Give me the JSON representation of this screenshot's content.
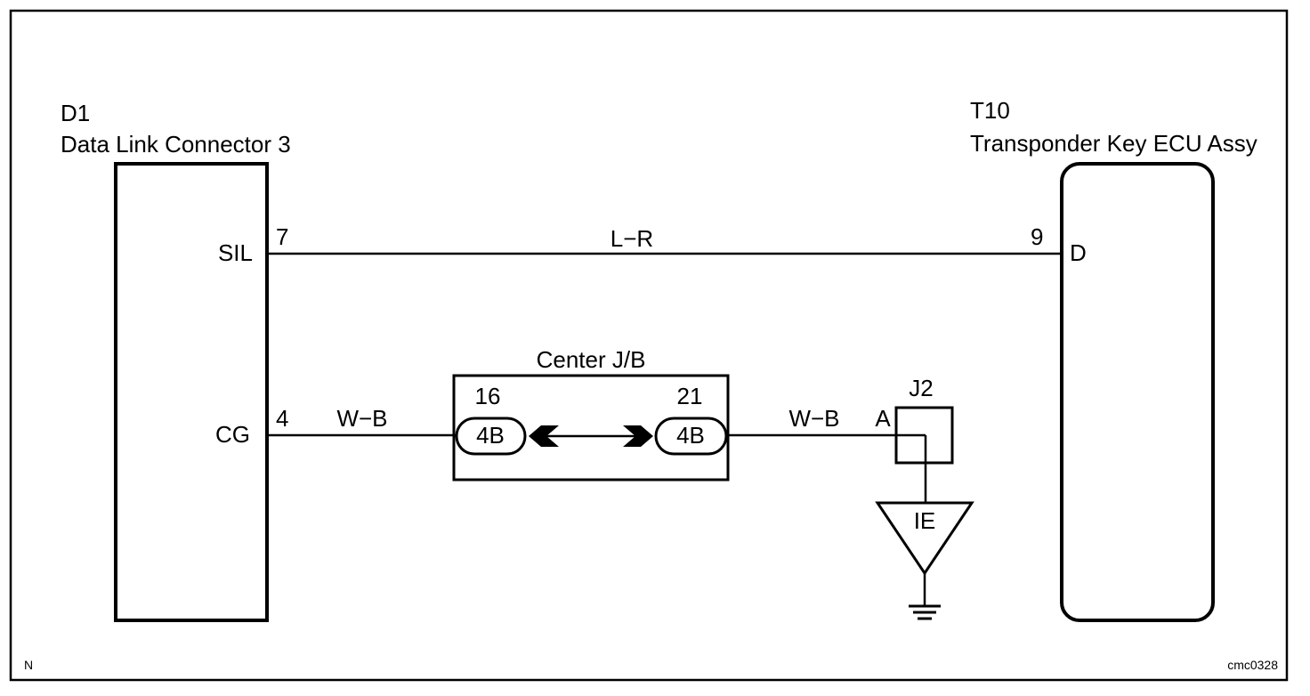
{
  "components": {
    "dlc": {
      "code": "D1",
      "name": "Data Link Connector 3",
      "pins": {
        "sil": {
          "name": "SIL",
          "number": "7"
        },
        "cg": {
          "name": "CG",
          "number": "4"
        }
      }
    },
    "ecu": {
      "code": "T10",
      "name": "Transponder Key ECU Assy",
      "pin": {
        "name": "D",
        "number": "9"
      }
    },
    "junction_block": {
      "name": "Center J/B",
      "left_terminal": {
        "number": "16",
        "connector": "4B"
      },
      "right_terminal": {
        "number": "21",
        "connector": "4B"
      }
    },
    "junction_connector": {
      "code": "J2",
      "pin": "A"
    },
    "ground": {
      "code": "IE"
    }
  },
  "wires": {
    "sil_to_ecu": {
      "color_code": "L−R"
    },
    "cg_to_jb": {
      "color_code": "W−B"
    },
    "jb_to_j2": {
      "color_code": "W−B"
    }
  },
  "footer": {
    "corner_mark": "N",
    "figure_id": "cmc0328"
  }
}
